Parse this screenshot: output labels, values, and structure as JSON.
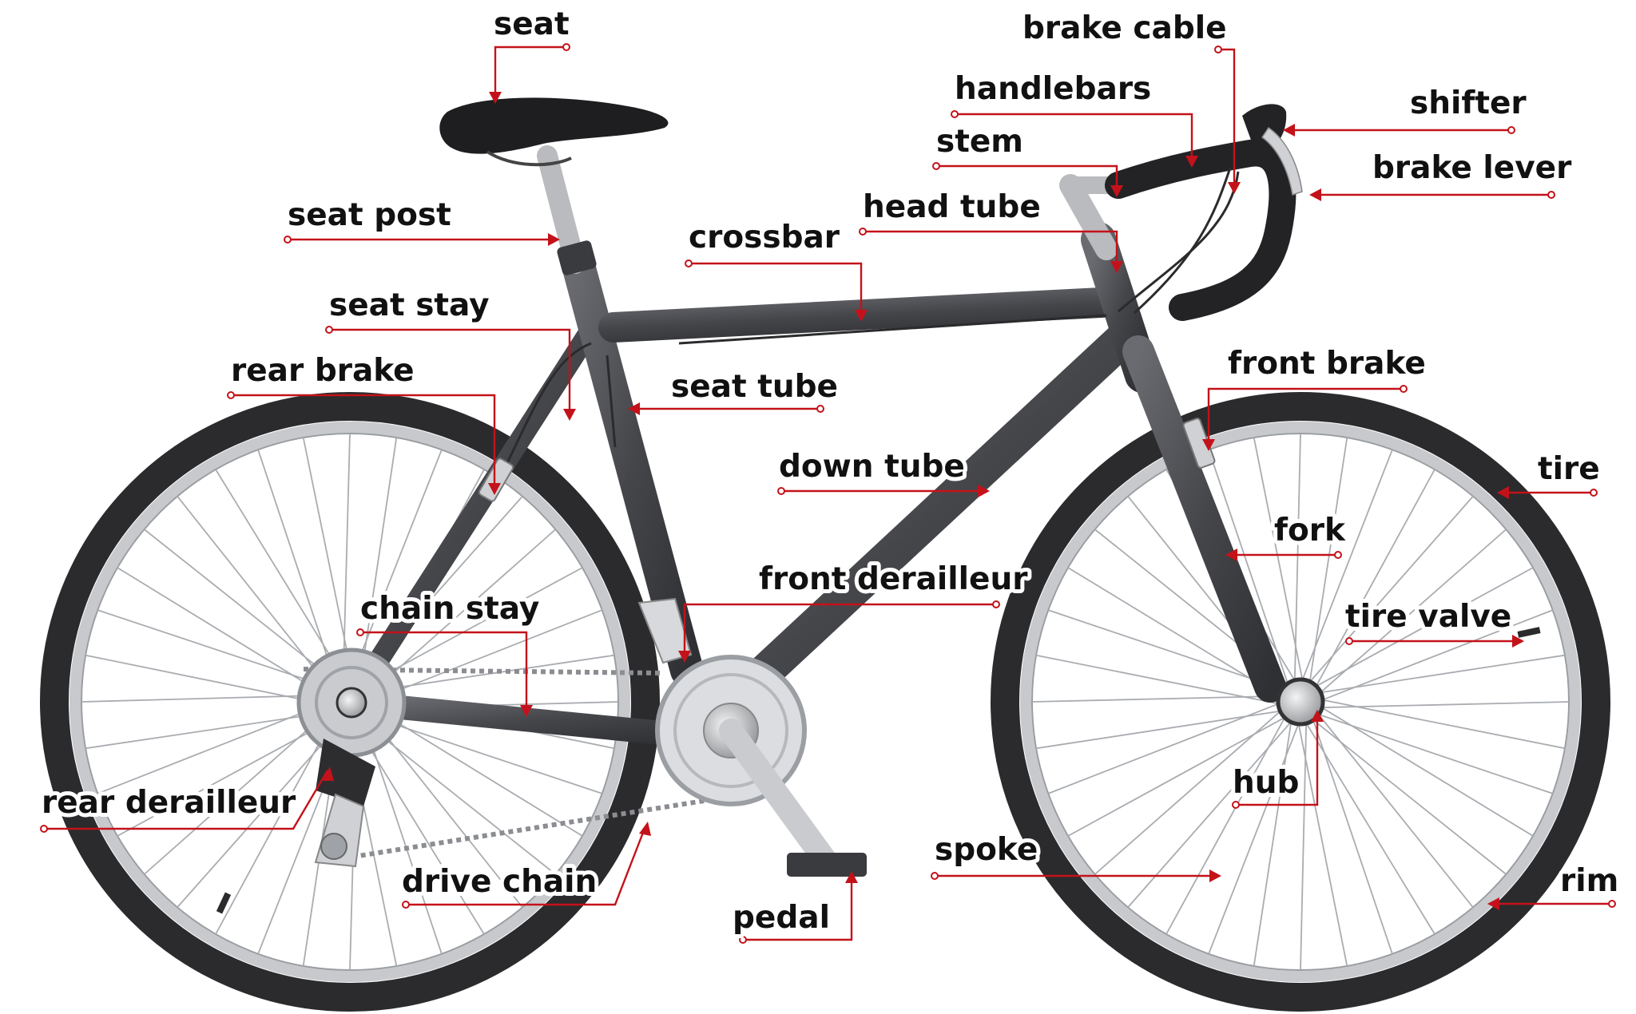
{
  "labels": {
    "seat": "seat",
    "brake_cable": "brake cable",
    "handlebars": "handlebars",
    "shifter": "shifter",
    "stem": "stem",
    "brake_lever": "brake lever",
    "seat_post": "seat post",
    "head_tube": "head tube",
    "crossbar": "crossbar",
    "seat_stay": "seat stay",
    "rear_brake": "rear brake",
    "front_brake": "front brake",
    "seat_tube": "seat tube",
    "down_tube": "down tube",
    "tire": "tire",
    "fork": "fork",
    "front_derailleur": "front derailleur",
    "chain_stay": "chain stay",
    "tire_valve": "tire valve",
    "hub": "hub",
    "rear_derailleur": "rear derailleur",
    "spoke": "spoke",
    "rim": "rim",
    "drive_chain": "drive chain",
    "pedal": "pedal"
  },
  "colors": {
    "leader": "#c4121a",
    "frame": "#4a4b4f",
    "tire": "#2b2b2d",
    "rim": "#c7c9cc",
    "spoke": "#a9acb0",
    "text": "#111111"
  }
}
